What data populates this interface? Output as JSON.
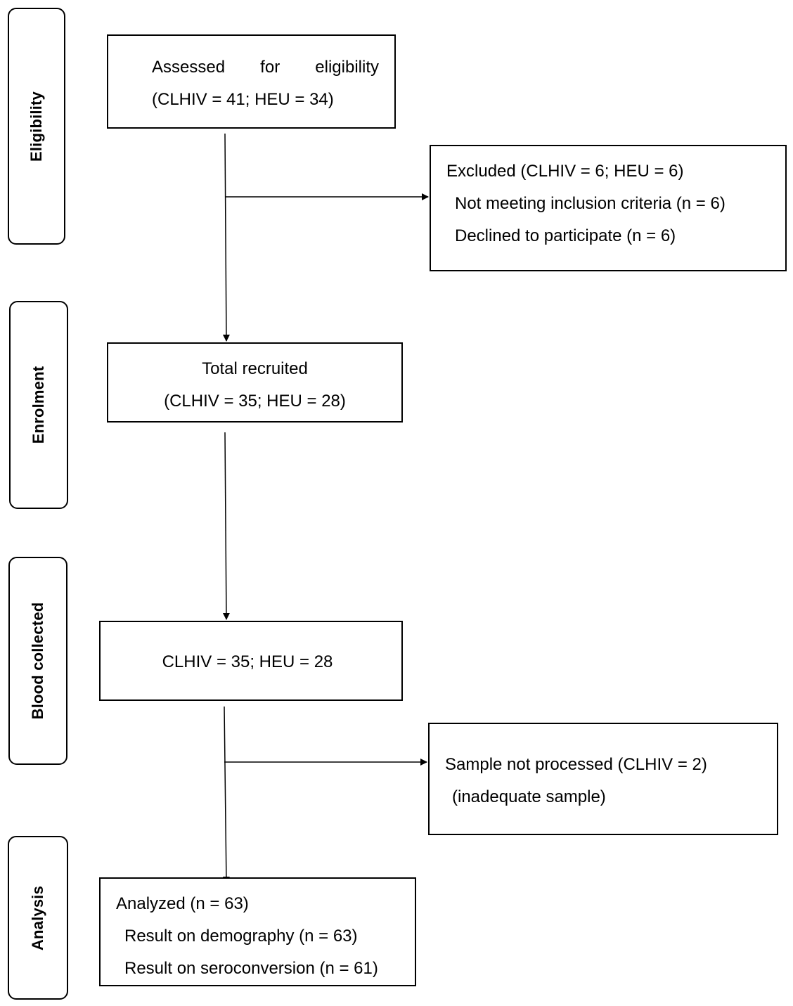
{
  "phases": {
    "eligibility": "Eligibility",
    "enrolment": "Enrolment",
    "blood_collected": "Blood collected",
    "analysis": "Analysis"
  },
  "boxes": {
    "assessed": {
      "words": [
        "Assessed",
        "for",
        "eligibility"
      ],
      "line2": "(CLHIV = 41; HEU = 34)"
    },
    "excluded": {
      "line1": "Excluded (CLHIV = 6; HEU = 6)",
      "line2": "Not meeting inclusion criteria (n = 6)",
      "line3": "Declined to participate (n = 6)"
    },
    "recruited": {
      "line1": "Total recruited",
      "line2": "(CLHIV = 35; HEU = 28)"
    },
    "blood": {
      "line1": "CLHIV = 35; HEU = 28"
    },
    "not_processed": {
      "line1": "Sample not processed (CLHIV = 2)",
      "line2": "(inadequate sample)"
    },
    "analyzed": {
      "line1": "Analyzed (n = 63)",
      "line2": "Result on demography (n = 63)",
      "line3": "Result on seroconversion (n = 61)"
    }
  }
}
